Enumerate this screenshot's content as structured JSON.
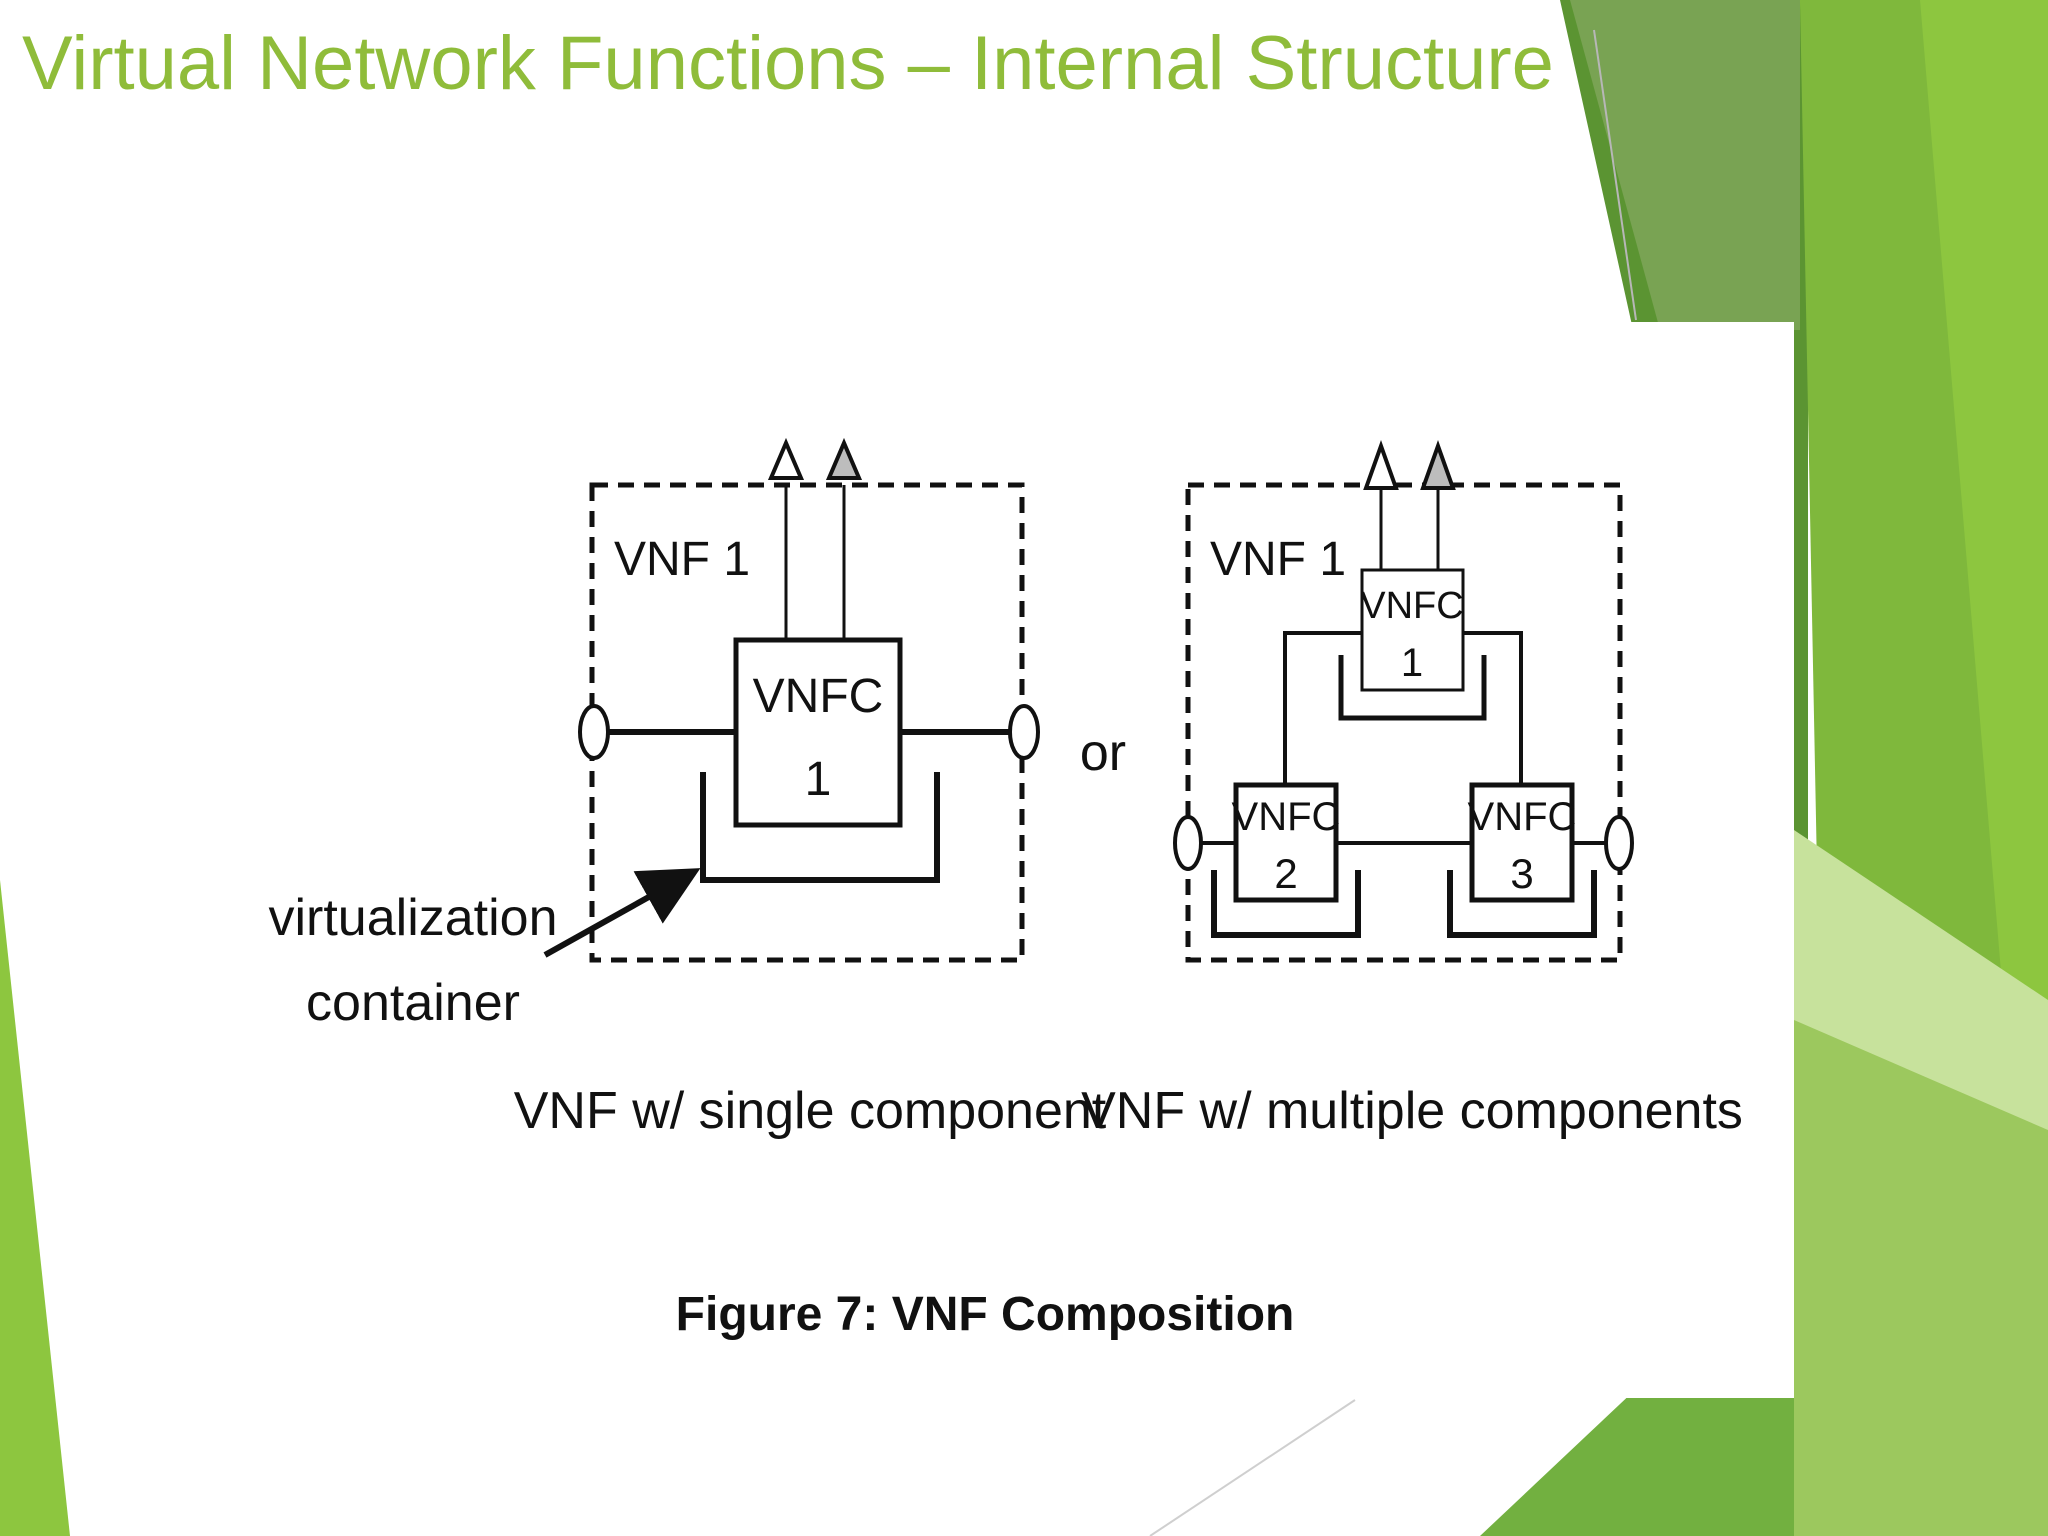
{
  "slide": {
    "title": "Virtual Network Functions – Internal Structure",
    "title_color": "#8fbc3a",
    "accent_colors": [
      "#8dc63f",
      "#6aa534",
      "#4f8a2a",
      "#b5d98a",
      "#7a9a55"
    ]
  },
  "figure": {
    "caption": "Figure 7: VNF Composition",
    "connector_word": "or",
    "left": {
      "vnf_label": "VNF 1",
      "component_line1": "VNFC",
      "component_line2": "1",
      "annotation_line1": "virtualization",
      "annotation_line2": "container",
      "subtitle": "VNF w/ single component"
    },
    "right": {
      "vnf_label": "VNF 1",
      "components": [
        {
          "line1": "VNFC",
          "line2": "1"
        },
        {
          "line1": "VNFC",
          "line2": "2"
        },
        {
          "line1": "VNFC",
          "line2": "3"
        }
      ],
      "subtitle": "VNF w/ multiple components"
    }
  }
}
